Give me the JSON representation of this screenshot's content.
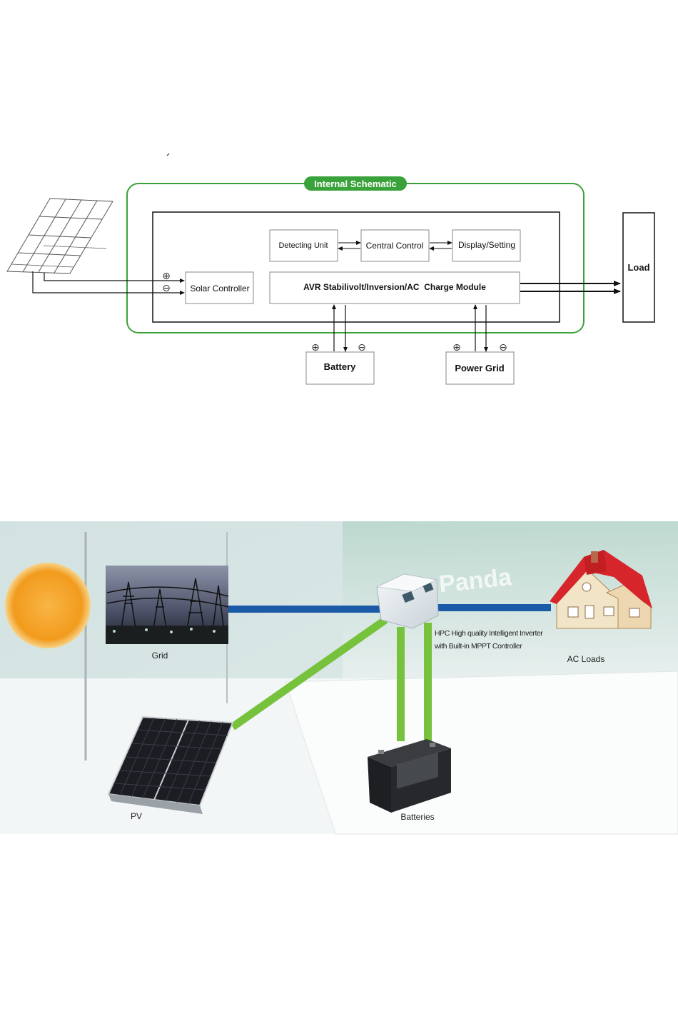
{
  "schematic": {
    "title": "Internal Schematic",
    "detecting_unit": "Detecting Unit",
    "central_control": "Central Control",
    "display_setting": "Display/Setting",
    "solar_controller": "Solar Controller",
    "avr_module": "AVR Stabilivolt/Inversion/AC  Charge Module",
    "load": "Load",
    "battery": "Battery",
    "power_grid": "Power Grid",
    "plus_symbol": "⊕",
    "minus_symbol": "⊖"
  },
  "installation": {
    "grid_label": "Grid",
    "inverter_label_line1": "HPC High quality Intelligent Inverter",
    "inverter_label_line2": "with Built-in MPPT Controller",
    "ac_loads_label": "AC Loads",
    "pv_label": "PV",
    "batteries_label": "Batteries",
    "background_sign": "Panda"
  },
  "colors": {
    "schematic_green": "#3aa23a",
    "grid_line_blue": "#1b5aa6",
    "dc_line_green": "#77c23d",
    "sun_orange": "#f5a623",
    "roof_red": "#d7262b"
  }
}
